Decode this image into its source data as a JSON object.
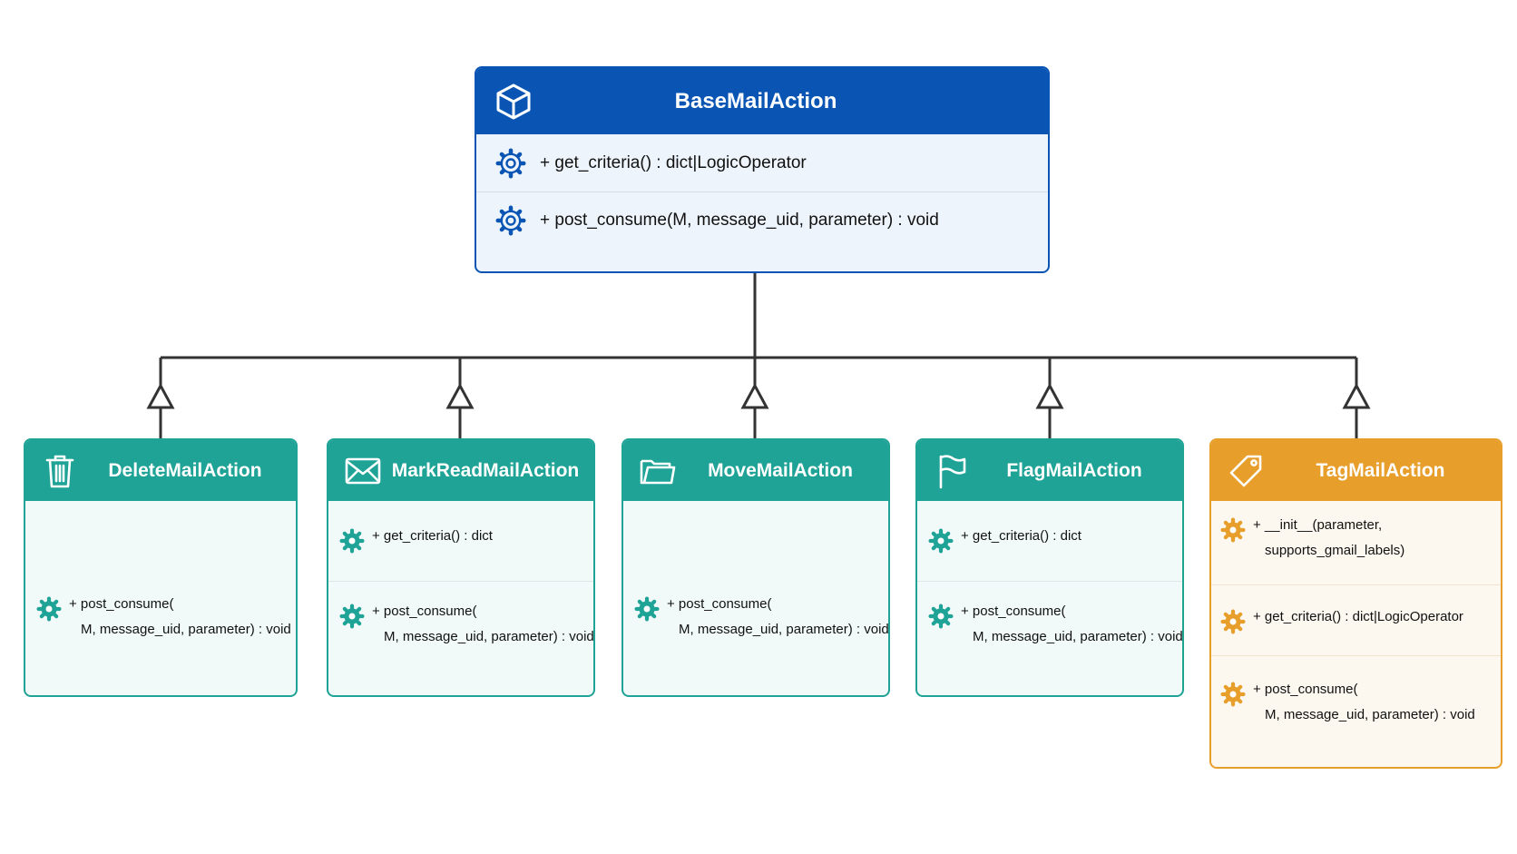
{
  "base": {
    "name": "BaseMailAction",
    "icon": "cube-icon",
    "methods": [
      {
        "icon": "gear-icon",
        "lines": [
          "+ get_criteria() : dict|LogicOperator"
        ]
      },
      {
        "icon": "gear-icon",
        "lines": [
          "+ post_consume(M, message_uid, parameter) : void"
        ]
      }
    ]
  },
  "subclasses": [
    {
      "name": "DeleteMailAction",
      "icon": "trash-icon",
      "methods": [
        {
          "icon": "gear-icon",
          "lines": [
            "+ post_consume(",
            "M, message_uid, parameter) : void"
          ]
        }
      ]
    },
    {
      "name": "MarkReadMailAction",
      "icon": "envelope-icon",
      "methods": [
        {
          "icon": "gear-icon",
          "lines": [
            "+ get_criteria() : dict"
          ]
        },
        {
          "icon": "gear-icon",
          "lines": [
            "+ post_consume(",
            "M, message_uid, parameter) : void"
          ]
        }
      ]
    },
    {
      "name": "MoveMailAction",
      "icon": "folder-icon",
      "methods": [
        {
          "icon": "gear-icon",
          "lines": [
            "+ post_consume(",
            "M, message_uid, parameter) : void"
          ]
        }
      ]
    },
    {
      "name": "FlagMailAction",
      "icon": "flag-icon",
      "methods": [
        {
          "icon": "gear-icon",
          "lines": [
            "+ get_criteria() : dict"
          ]
        },
        {
          "icon": "gear-icon",
          "lines": [
            "+ post_consume(",
            "M, message_uid, parameter) : void"
          ]
        }
      ]
    },
    {
      "name": "TagMailAction",
      "icon": "tag-icon",
      "methods": [
        {
          "icon": "gear-icon",
          "lines": [
            "+ __init__(parameter,",
            "supports_gmail_labels)"
          ]
        },
        {
          "icon": "gear-icon",
          "lines": [
            "+ get_criteria() : dict|LogicOperator"
          ]
        },
        {
          "icon": "gear-icon",
          "lines": [
            "+ post_consume(",
            "M, message_uid, parameter) : void"
          ]
        }
      ]
    }
  ],
  "colors": {
    "base_accent": "#0a55b4",
    "base_fill": "#eef4fb",
    "teal_accent": "#1fa396",
    "teal_fill": "#f1f9f9",
    "orange_accent": "#e89e2a",
    "orange_fill": "#fdf8ef",
    "connector": "#333333"
  }
}
